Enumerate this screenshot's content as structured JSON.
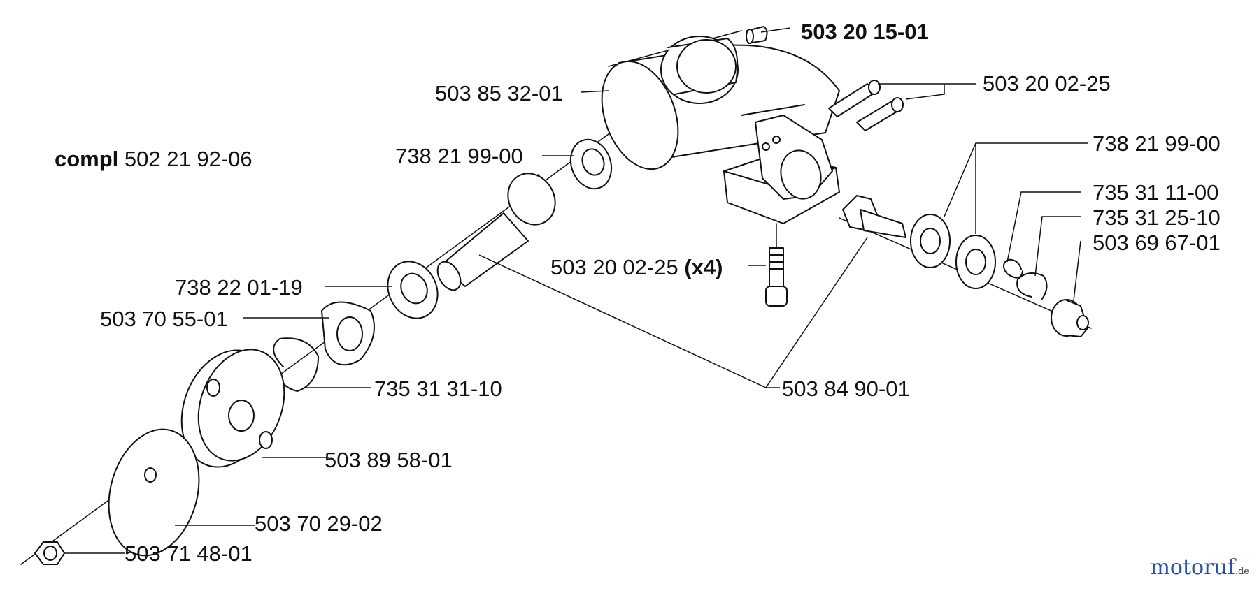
{
  "diagram": {
    "assembly_label": {
      "prefix": "compl",
      "number": "502 21 92-06"
    },
    "parts": {
      "p1": "503 20 15-01",
      "p2": "503 85 32-01",
      "p3": "503 20 02-25",
      "p4": "738 21 99-00",
      "p5": "738 21 99-00",
      "p6": "735 31 11-00",
      "p7": "735 31 25-10",
      "p8": "503 69 67-01",
      "p9_number": "503 20 02-25",
      "p9_qty": "(x4)",
      "p10": "738 22 01-19",
      "p11": "503 70 55-01",
      "p12": "735 31 31-10",
      "p13": "503 84 90-01",
      "p14": "503 89 58-01",
      "p15": "503 70 29-02",
      "p16": "503 71 48-01"
    },
    "watermark": {
      "text": "motoruf",
      "suffix": ".de",
      "color_main": "#2a4fa0",
      "color_accent": "#c97a1c"
    }
  }
}
